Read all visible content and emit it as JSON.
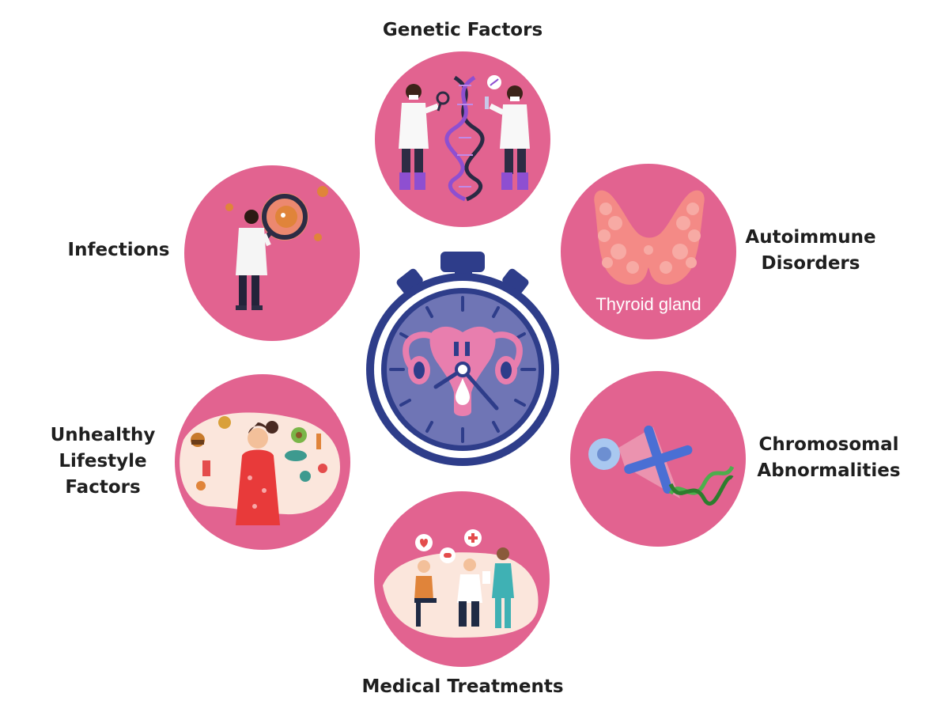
{
  "labels": {
    "genetic": "Genetic Factors",
    "infections": "Infections",
    "autoimmune_line1": "Autoimmune",
    "autoimmune_line2": "Disorders",
    "unhealthy_line1": "Unhealthy",
    "unhealthy_line2": "Lifestyle",
    "unhealthy_line3": "Factors",
    "chromosomal_line1": "Chromosomal",
    "chromosomal_line2": "Abnormalities",
    "medical": "Medical Treatments"
  },
  "illustration_text": {
    "thyroid": "Thyroid gland"
  },
  "icons": {
    "center": "stopwatch-uterus-icon",
    "genetic": "scientists-dna-icon",
    "infections": "scientist-magnifier-virus-icon",
    "autoimmune": "thyroid-gland-icon",
    "unhealthy": "woman-junk-food-icon",
    "chromosomal": "chromosome-dna-icon",
    "medical": "doctor-patient-icon"
  },
  "colors": {
    "circle_fill": "#e26390",
    "clock_ring": "#2e3d8a",
    "clock_face": "#6f75b5",
    "uterus": "#ef7fae"
  }
}
